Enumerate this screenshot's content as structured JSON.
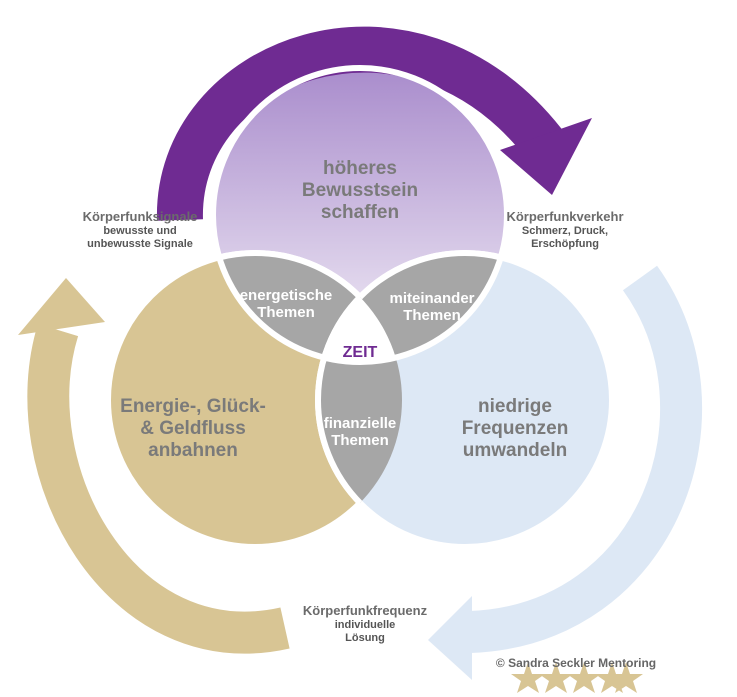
{
  "circles": {
    "top": "höheres Bewusstsein schaffen",
    "left": "Energie-, Glück-& Geldfluss anbahnen",
    "right": "niedrige Frequenzen umwandeln"
  },
  "lenses": {
    "top_left": "energetische Themen",
    "top_right": "miteinander Themen",
    "bottom": "finanzielle Themen",
    "center": "ZEIT"
  },
  "labels": {
    "left_title": "Körperfunksignale",
    "left_sub": "bewusste und unbewusste Signale",
    "right_title": "Körperfunkverkehr",
    "right_sub": "Schmerz, Druck, Erschöpfung",
    "bottom_title": "Körperfunkfrequenz",
    "bottom_sub": "individuelle Lösung"
  },
  "footer": {
    "copyright": "© Sandra Seckler Mentoring",
    "stars": 5
  },
  "colors": {
    "purple": "#6f2b92",
    "tan": "#d8c594",
    "blue": "#dde8f5",
    "lens": "#a6a6a6",
    "zeit": "#6f2b92"
  }
}
